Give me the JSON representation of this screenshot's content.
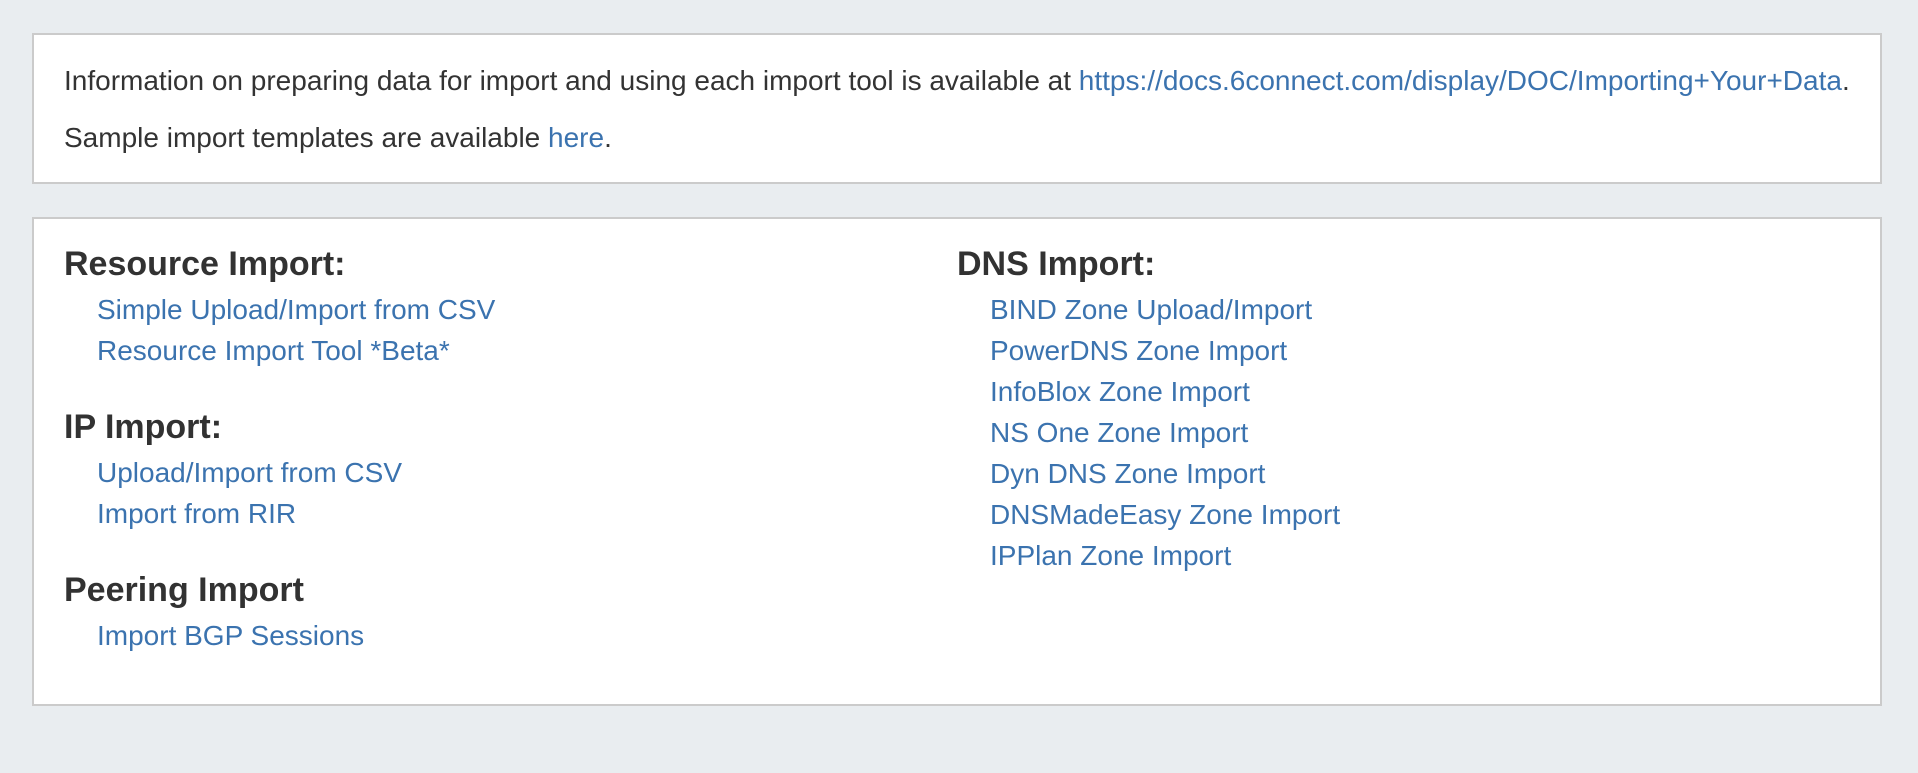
{
  "colors": {
    "page_background": "#e9edf0",
    "panel_background": "#ffffff",
    "panel_border": "#cbcbcb",
    "link": "#3b73af",
    "heading": "#323232",
    "text": "#333333"
  },
  "info_box": {
    "line1": {
      "prefix": "Information on preparing data for import and using each import tool is available at ",
      "link": "https://docs.6connect.com/display/DOC/Importing+Your+Data",
      "suffix": "."
    },
    "line2": {
      "prefix": "Sample import templates are available ",
      "link": "here",
      "suffix": "."
    }
  },
  "import_panel": {
    "left_sections": [
      {
        "heading": "Resource Import:",
        "links": [
          "Simple Upload/Import from CSV",
          "Resource Import Tool *Beta*"
        ]
      },
      {
        "heading": "IP Import:",
        "links": [
          "Upload/Import from CSV",
          "Import from RIR"
        ]
      },
      {
        "heading": "Peering Import",
        "links": [
          "Import BGP Sessions"
        ]
      }
    ],
    "right_sections": [
      {
        "heading": "DNS Import:",
        "links": [
          "BIND Zone Upload/Import",
          "PowerDNS Zone Import",
          "InfoBlox Zone Import",
          "NS One Zone Import",
          "Dyn DNS Zone Import",
          "DNSMadeEasy Zone Import",
          "IPPlan Zone Import"
        ]
      }
    ]
  }
}
